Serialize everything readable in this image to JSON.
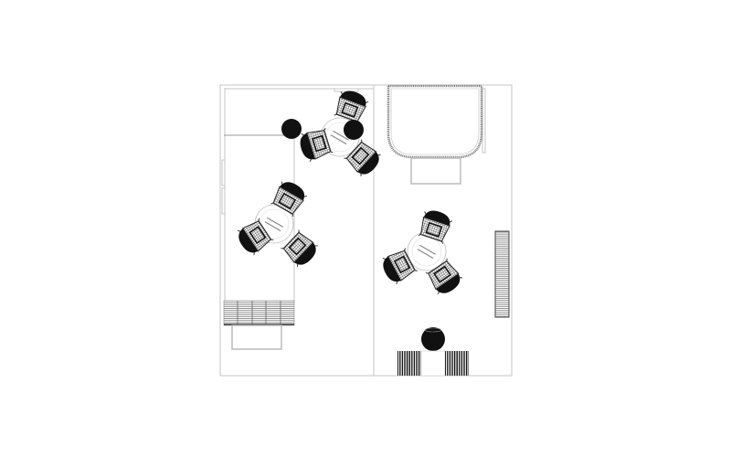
{
  "plan": {
    "colors": {
      "background": "#ffffff",
      "wall": "#bdbdbd",
      "furniture_dark": "#111111",
      "hatch": "#666666"
    },
    "tables": [
      {
        "name": "table-group-top",
        "chairs": 3
      },
      {
        "name": "table-group-left",
        "chairs": 3
      },
      {
        "name": "table-group-right",
        "chairs": 3
      }
    ],
    "fixtures": [
      "bench",
      "bathtub",
      "radiator",
      "stool",
      "side-cabinets",
      "round-stools"
    ]
  }
}
